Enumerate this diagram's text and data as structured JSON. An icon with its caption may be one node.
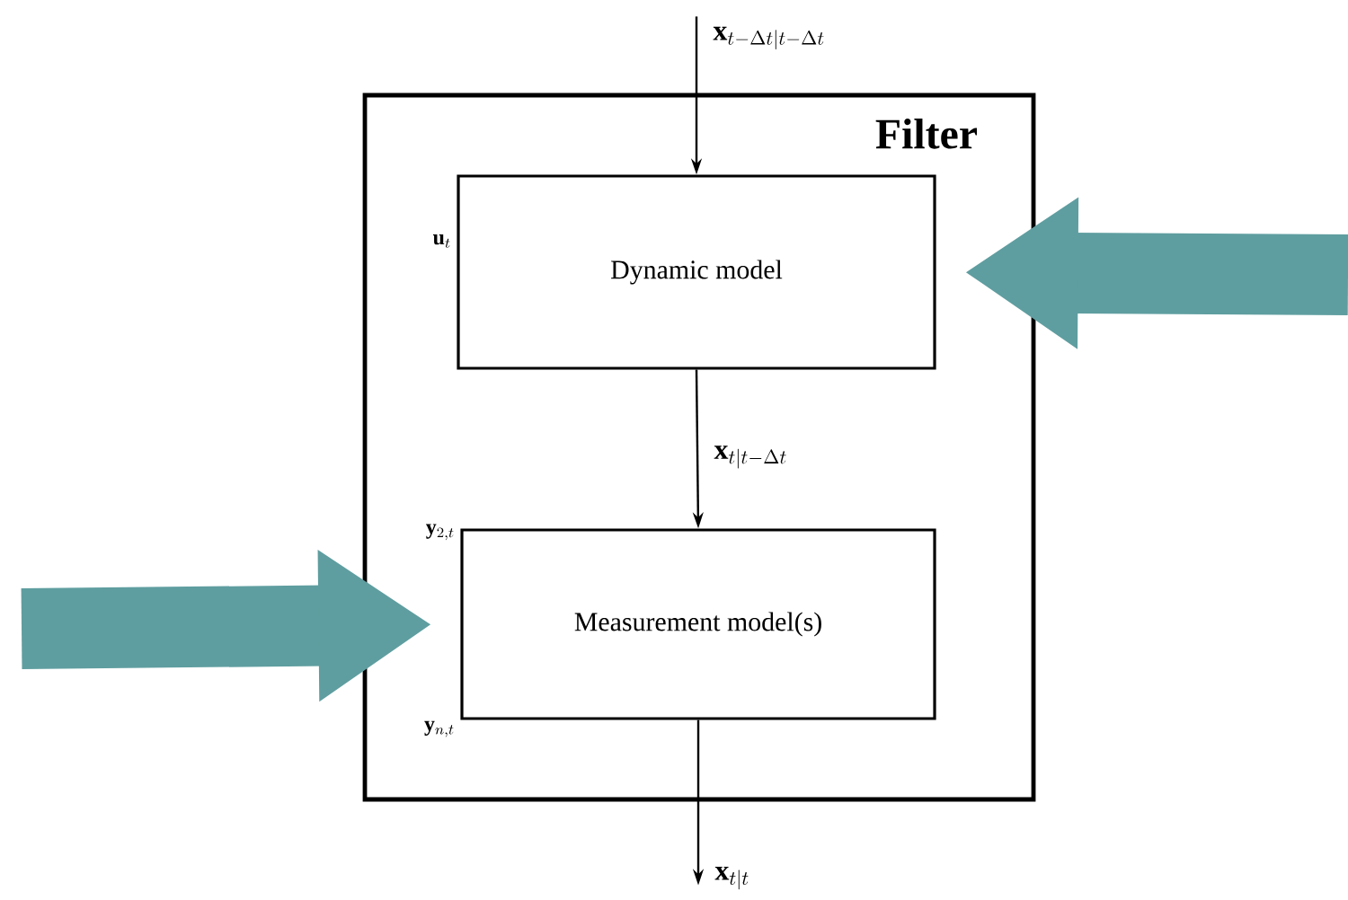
{
  "diagram": {
    "nodes": [
      {
        "text": [
          "Filter"
        ]
      },
      {
        "text": [
          "Dynamic model"
        ],
        "in": 0
      },
      {
        "text": [
          "Measurement model(s)"
        ],
        "in": 0
      }
    ],
    "edges": [
      {
        "from": null,
        "to": 1,
        "arrow": "to",
        "label": "\\mathbf{x}_{t-\\Delta t|t-\\Delta t}"
      },
      {
        "from": 1,
        "to": 2,
        "arrow": "to",
        "label": "\\mathbf{x}_{t|t-\\Delta t}"
      },
      {
        "from": 2,
        "to": null,
        "arrow": "to",
        "label": "\\mathbf{x}_{t|t}"
      },
      {
        "from": null,
        "to": 1,
        "arrow": "to",
        "style": "thick",
        "color": "#5f9ea0"
      },
      {
        "from": null,
        "to": 2,
        "arrow": "to",
        "style": "thick",
        "color": "#5f9ea0"
      }
    ],
    "labels": [
      "\\mathbf{u}_{t}",
      "\\mathbf{y}_{2,t}",
      "\\mathbf{y}_{n,t}"
    ]
  }
}
